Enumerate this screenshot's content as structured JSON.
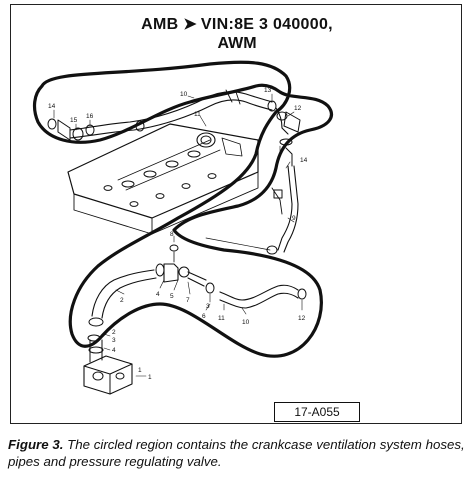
{
  "header": {
    "line1_engine": "AMB",
    "line1_arrow": "➤",
    "line1_vin": "VIN:8E 3 040000,",
    "line2_engine": "AWM"
  },
  "reference_code": "17-A055",
  "caption": {
    "lead": "Figure 3.",
    "text": " The circled region contains the crankcase ventilation system hoses, pipes and pressure regulating valve."
  },
  "callouts": [
    "14",
    "15",
    "16",
    "10",
    "13",
    "11",
    "12",
    "14",
    "9",
    "8",
    "7",
    "6",
    "5",
    "4",
    "3",
    "2",
    "1",
    "10",
    "11",
    "12",
    "1",
    "2",
    "3",
    "4"
  ]
}
